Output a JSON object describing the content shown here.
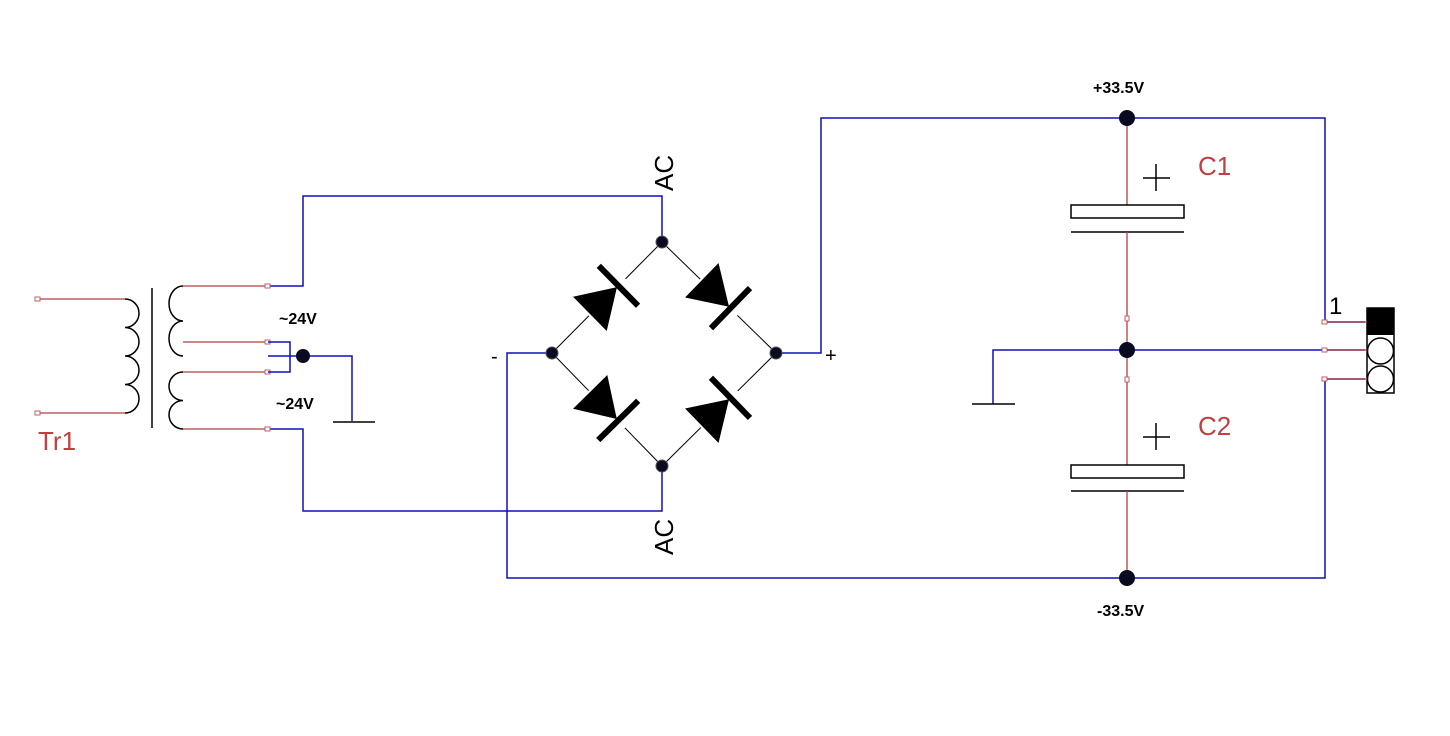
{
  "labels": {
    "transformer": "Tr1",
    "secondary_upper": "~24V",
    "secondary_lower": "~24V",
    "bridge_ac_top": "AC",
    "bridge_ac_bottom": "AC",
    "bridge_minus": "-",
    "bridge_plus": "+",
    "rail_positive": "+33.5V",
    "rail_negative": "-33.5V",
    "cap1": "C1",
    "cap2": "C2",
    "connector_pin1": "1"
  },
  "colors": {
    "wire": "#1010b8",
    "component_lead": "#b04040",
    "ref_label": "#c04040"
  }
}
